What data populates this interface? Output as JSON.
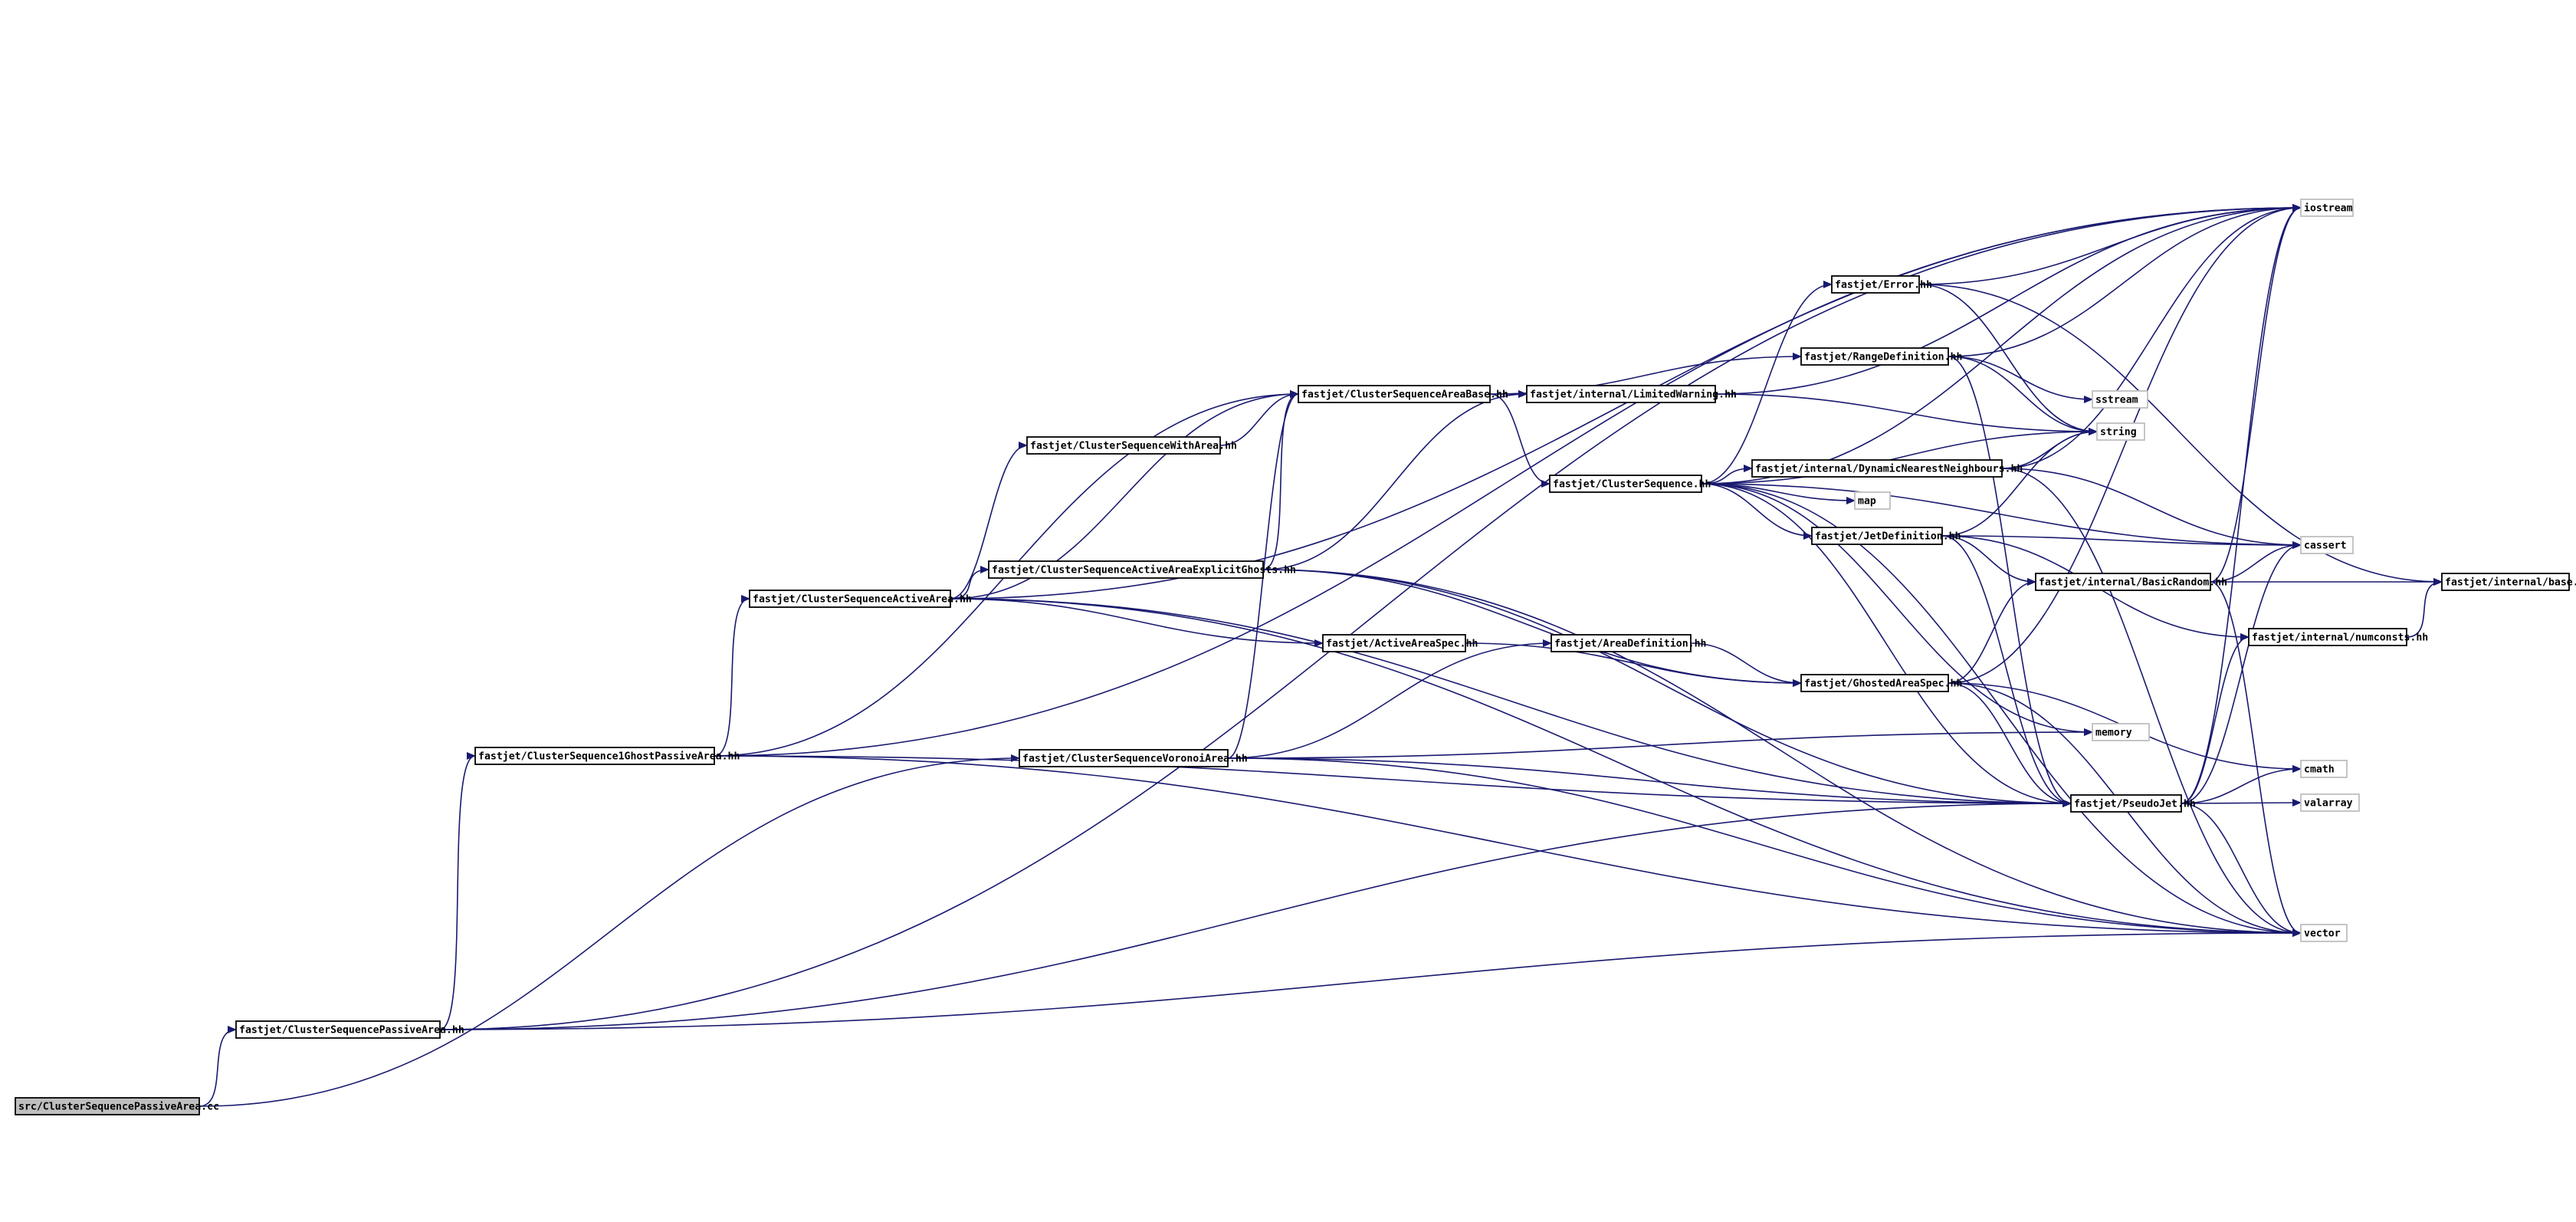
{
  "diagram": {
    "nodes": {
      "src_cc": "src/ClusterSequencePassiveArea.cc",
      "passive_area": "fastjet/ClusterSequencePassiveArea.hh",
      "one_ghost": "fastjet/ClusterSequence1GhostPassiveArea.hh",
      "active_area": "fastjet/ClusterSequenceActiveArea.hh",
      "with_area": "fastjet/ClusterSequenceWithArea.hh",
      "explicit_ghosts": "fastjet/ClusterSequenceActiveAreaExplicitGhosts.hh",
      "voronoi": "fastjet/ClusterSequenceVoronoiArea.hh",
      "area_base": "fastjet/ClusterSequenceAreaBase.hh",
      "active_spec": "fastjet/ActiveAreaSpec.hh",
      "area_def": "fastjet/AreaDefinition.hh",
      "limited_warning": "fastjet/internal/LimitedWarning.hh",
      "cluster_seq": "fastjet/ClusterSequence.hh",
      "error": "fastjet/Error.hh",
      "range_def": "fastjet/RangeDefinition.hh",
      "dnn": "fastjet/internal/DynamicNearestNeighbours.hh",
      "map": "map",
      "jet_def": "fastjet/JetDefinition.hh",
      "ghosted_spec": "fastjet/GhostedAreaSpec.hh",
      "basic_random": "fastjet/internal/BasicRandom.hh",
      "numconsts": "fastjet/internal/numconsts.hh",
      "pseudojet": "fastjet/PseudoJet.hh",
      "base": "fastjet/internal/base.hh",
      "iostream": "iostream",
      "sstream": "sstream",
      "string": "string",
      "cassert": "cassert",
      "memory": "memory",
      "cmath": "cmath",
      "valarray": "valarray",
      "vector": "vector"
    },
    "edge_color": "#191970",
    "root_fill": "#bfbfbf"
  }
}
